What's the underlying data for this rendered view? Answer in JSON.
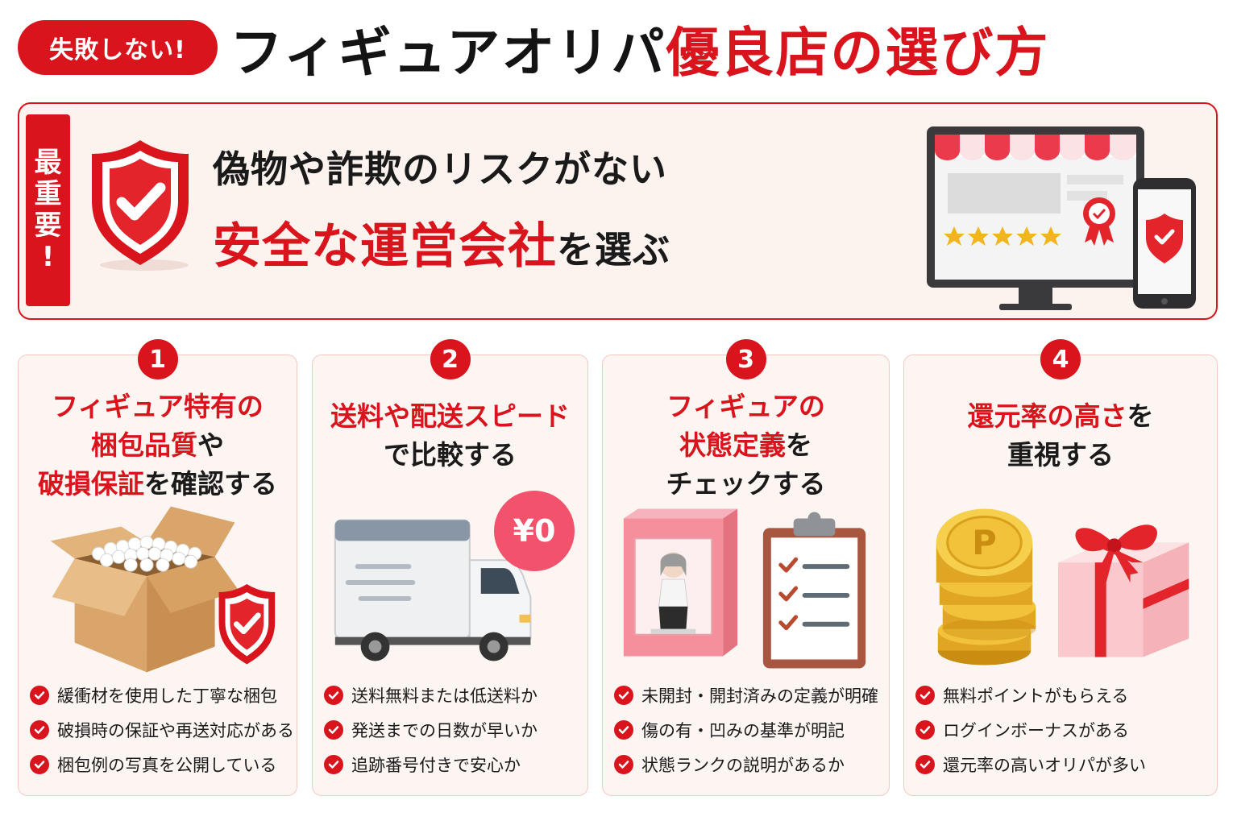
{
  "header": {
    "badge": "失敗しない!",
    "title_black": "フィギュアオリパ",
    "title_red": "優良店の選び方"
  },
  "top": {
    "label_chars": [
      "最",
      "重",
      "要",
      "!"
    ],
    "line1": "偽物や詐欺のリスクがない",
    "line2_red": "安全な運営会社",
    "line2_black": "を選ぶ"
  },
  "cards": [
    {
      "number": "1",
      "heading": {
        "l1_red": "フィギュア特有の",
        "l2_red": "梱包品質",
        "l2_black": "や",
        "l3_red": "破損保証",
        "l3_black": "を確認する"
      },
      "items": [
        "緩衝材を使用した丁寧な梱包",
        "破損時の保証や再送対応がある",
        "梱包例の写真を公開している"
      ]
    },
    {
      "number": "2",
      "heading": {
        "l1_red": "送料や配送スピード",
        "l2_black": "で比較する"
      },
      "price_label": "¥0",
      "items": [
        "送料無料または低送料か",
        "発送までの日数が早いか",
        "追跡番号付きで安心か"
      ]
    },
    {
      "number": "3",
      "heading": {
        "l1_red": "フィギュアの",
        "l2_red": "状態定義",
        "l2_black": "を",
        "l3_black": "チェックする"
      },
      "items": [
        "未開封・開封済みの定義が明確",
        "傷の有・凹みの基準が明記",
        "状態ランクの説明があるか"
      ]
    },
    {
      "number": "4",
      "heading": {
        "l1_red": "還元率の高さ",
        "l1_black": "を",
        "l2_black": "重視する"
      },
      "coin_letter": "P",
      "items": [
        "無料ポイントがもらえる",
        "ログインボーナスがある",
        "還元率の高いオリパが多い"
      ]
    }
  ],
  "colors": {
    "accent": "#d9141c",
    "card_bg": "#fdf5f2",
    "card_border": "#f3c9c2"
  }
}
